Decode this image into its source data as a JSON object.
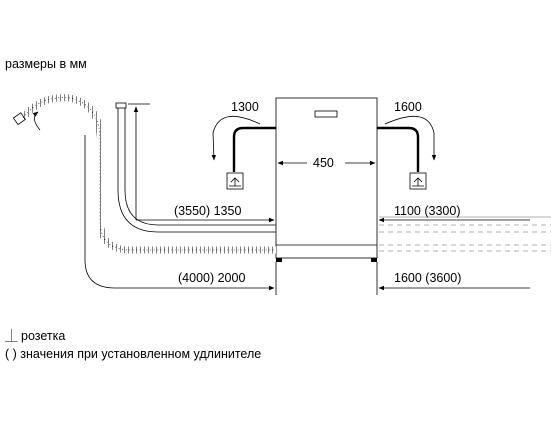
{
  "header": {
    "units_label": "размеры в мм"
  },
  "dimensions": {
    "left_top_hose": "1300",
    "right_top_hose": "1600",
    "width": "450",
    "left_drain": "(3550) 1350",
    "right_inlet": "1100 (3300)",
    "left_bottom": "(4000) 2000",
    "right_bottom": "1600 (3600)"
  },
  "legend": {
    "socket_symbol": "⏊",
    "socket_label": "розетка",
    "extension_symbol": "( )",
    "extension_label": "значения при установленном удлинителе"
  },
  "icons": [
    "socket-icon",
    "faucet-icon",
    "arrow-icon"
  ]
}
